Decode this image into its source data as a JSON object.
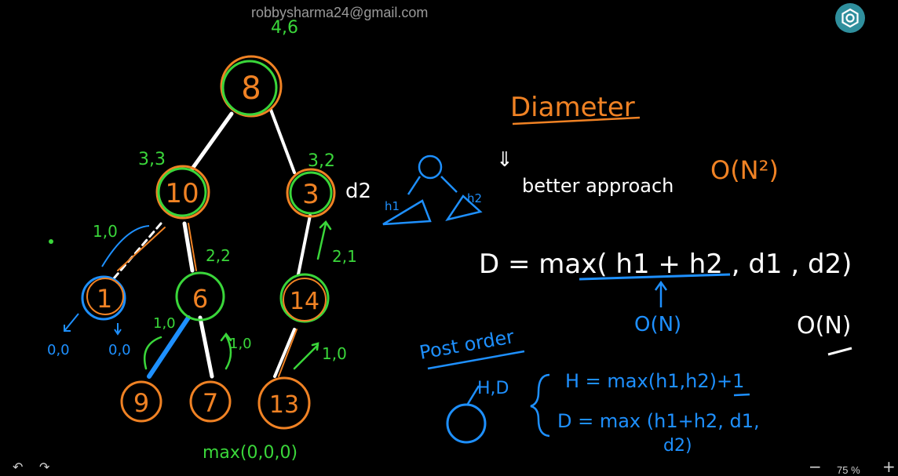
{
  "header": {
    "email": "robbysharma24@gmail.com"
  },
  "tree": {
    "nodes": {
      "root": "8",
      "left": "10",
      "right": "3",
      "ll": "1",
      "lr": "6",
      "rr": "14",
      "lrl": "9",
      "lrr": "7",
      "rrl": "13"
    },
    "annotations": {
      "root": "4,6",
      "left": "3,3",
      "right": "3,2",
      "right_d2": "d2",
      "ll": "1,0",
      "lr": "2,2",
      "rr": "2,1",
      "ll_left": "0,0",
      "ll_right": "0,0",
      "lrl": "1,0",
      "lrr": "1,0",
      "rrl": "1,0",
      "bottom_max": "max(0,0,0)"
    }
  },
  "notes": {
    "title": "Diameter",
    "arrow": "⇓",
    "better": "better approach",
    "complexity_n2": "O(N²)",
    "mini_h1": "h1",
    "mini_h2": "h2",
    "formula": "D = max( h1 + h2 , d1 , d2)",
    "on_under": "O(N)",
    "on_right": "O(N)",
    "postorder": "Post order",
    "hd_label": "H,D",
    "h_formula": "H = max(h1,h2)+1",
    "d_formula_1": "D = max (h1+h2, d1,",
    "d_formula_2": "d2)"
  },
  "colors": {
    "green": "#3ad63a",
    "orange": "#f08224",
    "blue": "#1e90ff",
    "white": "#ffffff",
    "lime": "#7fe06a"
  },
  "toolbar": {
    "undo": "↶",
    "redo": "↷",
    "zoom_minus": "−",
    "zoom_level": "75 %",
    "zoom_plus": "+"
  }
}
